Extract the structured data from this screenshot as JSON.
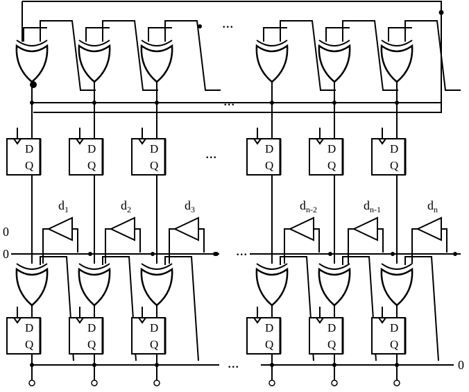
{
  "diagram": {
    "top_xor_row": {
      "gates": 6
    },
    "top_dff_row": {
      "flip_flops": 6,
      "d_label": "D",
      "q_label": "Q"
    },
    "buffers": {
      "labels": [
        {
          "base": "d",
          "sub": "1"
        },
        {
          "base": "d",
          "sub": "2"
        },
        {
          "base": "d",
          "sub": "3"
        },
        {
          "base": "d",
          "sub": "n-2"
        },
        {
          "base": "d",
          "sub": "n-1"
        },
        {
          "base": "d",
          "sub": "n"
        }
      ]
    },
    "bottom_xor_row": {
      "gates": 6
    },
    "bottom_dff_row": {
      "flip_flops": 6,
      "d_label": "D",
      "q_label": "Q"
    },
    "ellipsis": "...",
    "inputs": {
      "zero_top": "0",
      "zero_mid": "0",
      "zero_right": "0"
    }
  }
}
